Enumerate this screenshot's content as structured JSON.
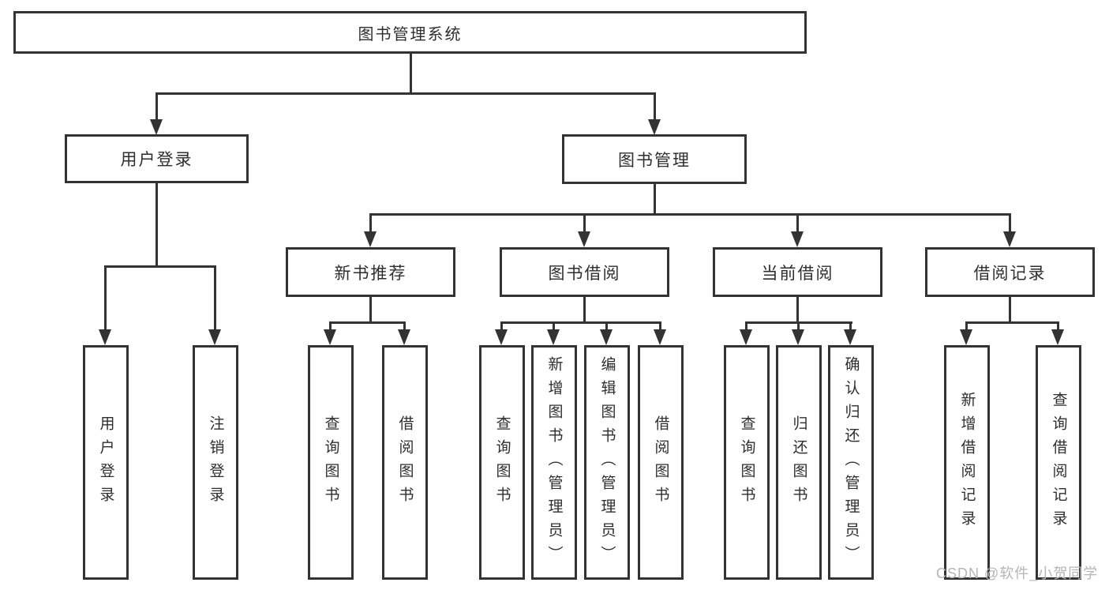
{
  "colors": {
    "line": "#333333",
    "text": "#2e2e2e",
    "background": "#ffffff",
    "watermark": "#b5b5b5"
  },
  "tree": {
    "root": "图书管理系统",
    "branches": [
      {
        "label": "用户登录",
        "children": [
          "用户登录",
          "注销登录"
        ]
      },
      {
        "label": "图书管理",
        "groups": [
          {
            "label": "新书推荐",
            "children": [
              "查询图书",
              "借阅图书"
            ]
          },
          {
            "label": "图书借阅",
            "children": [
              "查询图书",
              "新增图书（管理员）",
              "编辑图书（管理员）",
              "借阅图书"
            ]
          },
          {
            "label": "当前借阅",
            "children": [
              "查询图书",
              "归还图书",
              "确认归还（管理员）"
            ]
          },
          {
            "label": "借阅记录",
            "children": [
              "新增借阅记录",
              "查询借阅记录"
            ]
          }
        ]
      }
    ]
  },
  "watermark": {
    "text": "CSDN @软件_小贺同学"
  }
}
